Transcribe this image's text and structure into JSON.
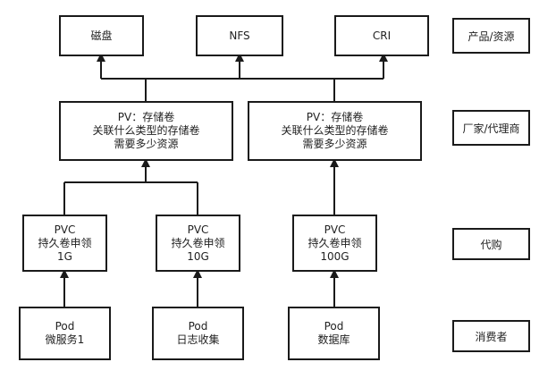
{
  "products": [
    {
      "label": "磁盘"
    },
    {
      "label": "NFS"
    },
    {
      "label": "CRI"
    }
  ],
  "pvs": [
    {
      "lines": [
        "PV：存储卷",
        "关联什么类型的存储卷",
        "需要多少资源"
      ]
    },
    {
      "lines": [
        "PV：存储卷",
        "关联什么类型的存储卷",
        "需要多少资源"
      ]
    }
  ],
  "pvcs": [
    {
      "lines": [
        "PVC",
        "持久卷申领",
        "1G"
      ]
    },
    {
      "lines": [
        "PVC",
        "持久卷申领",
        "10G"
      ]
    },
    {
      "lines": [
        "PVC",
        "持久卷申领",
        "100G"
      ]
    }
  ],
  "pods": [
    {
      "lines": [
        "Pod",
        "微服务1"
      ]
    },
    {
      "lines": [
        "Pod",
        "日志收集"
      ]
    },
    {
      "lines": [
        "Pod",
        "数据库"
      ]
    }
  ],
  "legend": {
    "products": "产品/资源",
    "vendor": "厂家/代理商",
    "agent": "代购",
    "consumer": "消费者"
  }
}
